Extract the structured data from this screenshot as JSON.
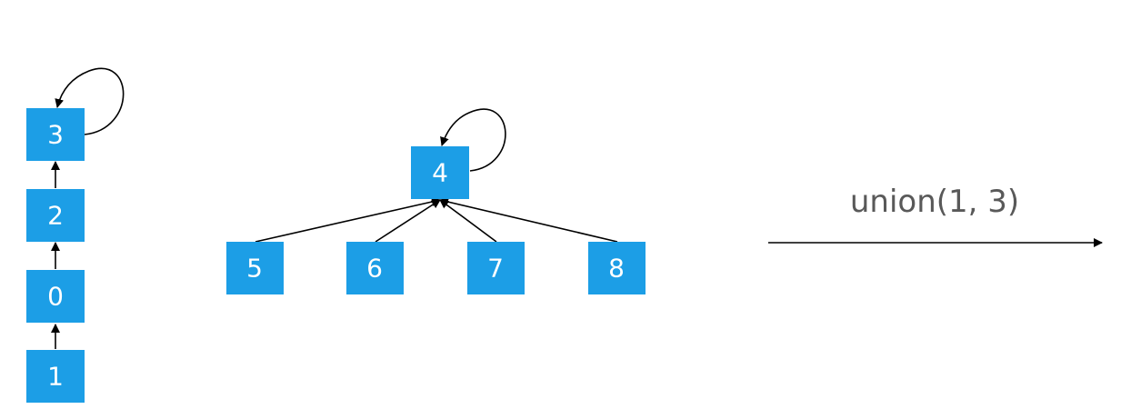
{
  "nodes": [
    {
      "id": "0",
      "label": "0"
    },
    {
      "id": "1",
      "label": "1"
    },
    {
      "id": "2",
      "label": "2"
    },
    {
      "id": "3",
      "label": "3"
    },
    {
      "id": "4",
      "label": "4"
    },
    {
      "id": "5",
      "label": "5"
    },
    {
      "id": "6",
      "label": "6"
    },
    {
      "id": "7",
      "label": "7"
    },
    {
      "id": "8",
      "label": "8"
    }
  ],
  "edges": [
    {
      "from": "1",
      "to": "0"
    },
    {
      "from": "0",
      "to": "2"
    },
    {
      "from": "2",
      "to": "3"
    },
    {
      "from": "3",
      "to": "3"
    },
    {
      "from": "4",
      "to": "4"
    },
    {
      "from": "5",
      "to": "4"
    },
    {
      "from": "6",
      "to": "4"
    },
    {
      "from": "7",
      "to": "4"
    },
    {
      "from": "8",
      "to": "4"
    }
  ],
  "operation": {
    "label": "union(1, 3)"
  },
  "colors": {
    "node_fill": "#1c9ee6",
    "node_text": "#ffffff",
    "edge": "#000000",
    "label": "#595959"
  }
}
